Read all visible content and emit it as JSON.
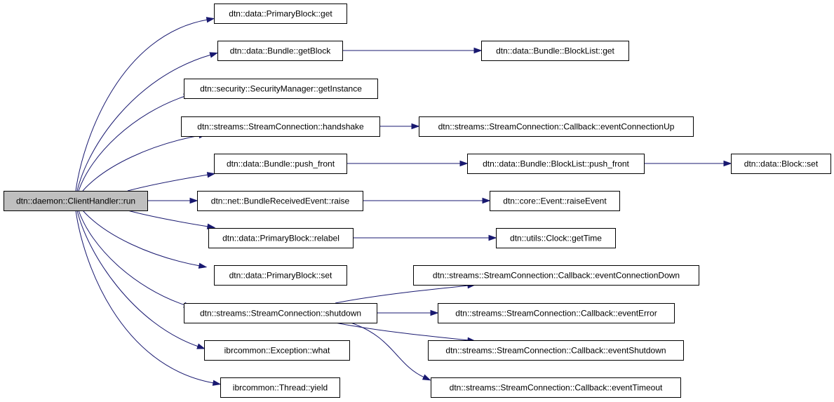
{
  "diagram": {
    "type": "call-graph",
    "edge_color": "#191970",
    "root_fill": "#bfbfbf",
    "node_fill": "#ffffff",
    "nodes": [
      {
        "id": "root",
        "label": "dtn::daemon::ClientHandler::run",
        "root": true
      },
      {
        "id": "pb_get",
        "label": "dtn::data::PrimaryBlock::get"
      },
      {
        "id": "bundle_getblock",
        "label": "dtn::data::Bundle::getBlock"
      },
      {
        "id": "blocklist_get",
        "label": "dtn::data::Bundle::BlockList::get"
      },
      {
        "id": "secmgr_getinstance",
        "label": "dtn::security::SecurityManager::getInstance"
      },
      {
        "id": "sc_handshake",
        "label": "dtn::streams::StreamConnection::handshake"
      },
      {
        "id": "cb_conn_up",
        "label": "dtn::streams::StreamConnection::Callback::eventConnectionUp"
      },
      {
        "id": "bundle_push_front",
        "label": "dtn::data::Bundle::push_front"
      },
      {
        "id": "blocklist_push_front",
        "label": "dtn::data::Bundle::BlockList::push_front"
      },
      {
        "id": "block_set",
        "label": "dtn::data::Block::set"
      },
      {
        "id": "bre_raise",
        "label": "dtn::net::BundleReceivedEvent::raise"
      },
      {
        "id": "event_raiseevent",
        "label": "dtn::core::Event::raiseEvent"
      },
      {
        "id": "pb_relabel",
        "label": "dtn::data::PrimaryBlock::relabel"
      },
      {
        "id": "clock_gettime",
        "label": "dtn::utils::Clock::getTime"
      },
      {
        "id": "pb_set",
        "label": "dtn::data::PrimaryBlock::set"
      },
      {
        "id": "cb_conn_down",
        "label": "dtn::streams::StreamConnection::Callback::eventConnectionDown"
      },
      {
        "id": "sc_shutdown",
        "label": "dtn::streams::StreamConnection::shutdown"
      },
      {
        "id": "cb_error",
        "label": "dtn::streams::StreamConnection::Callback::eventError"
      },
      {
        "id": "cb_shutdown",
        "label": "dtn::streams::StreamConnection::Callback::eventShutdown"
      },
      {
        "id": "exc_what",
        "label": "ibrcommon::Exception::what"
      },
      {
        "id": "cb_timeout",
        "label": "dtn::streams::StreamConnection::Callback::eventTimeout"
      },
      {
        "id": "thread_yield",
        "label": "ibrcommon::Thread::yield"
      }
    ],
    "edges": [
      {
        "from": "root",
        "to": "pb_get"
      },
      {
        "from": "root",
        "to": "bundle_getblock"
      },
      {
        "from": "root",
        "to": "secmgr_getinstance"
      },
      {
        "from": "root",
        "to": "sc_handshake"
      },
      {
        "from": "root",
        "to": "bundle_push_front"
      },
      {
        "from": "root",
        "to": "bre_raise"
      },
      {
        "from": "root",
        "to": "pb_relabel"
      },
      {
        "from": "root",
        "to": "pb_set"
      },
      {
        "from": "root",
        "to": "sc_shutdown"
      },
      {
        "from": "root",
        "to": "exc_what"
      },
      {
        "from": "root",
        "to": "thread_yield"
      },
      {
        "from": "bundle_getblock",
        "to": "blocklist_get"
      },
      {
        "from": "sc_handshake",
        "to": "cb_conn_up"
      },
      {
        "from": "bundle_push_front",
        "to": "blocklist_push_front"
      },
      {
        "from": "blocklist_push_front",
        "to": "block_set"
      },
      {
        "from": "bre_raise",
        "to": "event_raiseevent"
      },
      {
        "from": "pb_relabel",
        "to": "clock_gettime"
      },
      {
        "from": "sc_shutdown",
        "to": "cb_conn_down"
      },
      {
        "from": "sc_shutdown",
        "to": "cb_error"
      },
      {
        "from": "sc_shutdown",
        "to": "cb_shutdown"
      },
      {
        "from": "sc_shutdown",
        "to": "cb_timeout"
      }
    ]
  }
}
